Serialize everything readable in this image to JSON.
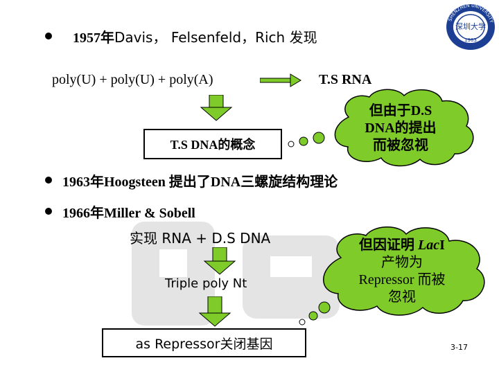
{
  "logo": {
    "text_top": "SHENZHEN UNIVERSITY",
    "year": "1983",
    "chars": "深圳大学"
  },
  "line1": {
    "year": "1957年",
    "text": "Davis， Felsenfeld，Rich 发现"
  },
  "equation": {
    "left": "poly(U) + poly(U) + poly(A)",
    "right": "T.S RNA"
  },
  "box1": "T.S  DNA的概念",
  "cloud1": {
    "line1": "但由于D.S",
    "line2": "DNA的提出",
    "line3": "而被忽视"
  },
  "line2": "1963年Hoogsteen 提出了DNA三螺旋结构理论",
  "line3": "1966年Miller  &  Sobell",
  "line4": "实现 RNA + D.S DNA",
  "triple": "Triple poly Nt",
  "box2": "as Repressor关闭基因",
  "cloud2": {
    "line1a": "但因证明 ",
    "line1b": "Lac",
    "line1c": "I",
    "line2": "产物为",
    "line3": "Repressor 而被",
    "line4": "忽视"
  },
  "page_number": "3-17",
  "colors": {
    "cloud_fill": "#7ecb2a",
    "arrow_fill": "#7ecb2a"
  }
}
